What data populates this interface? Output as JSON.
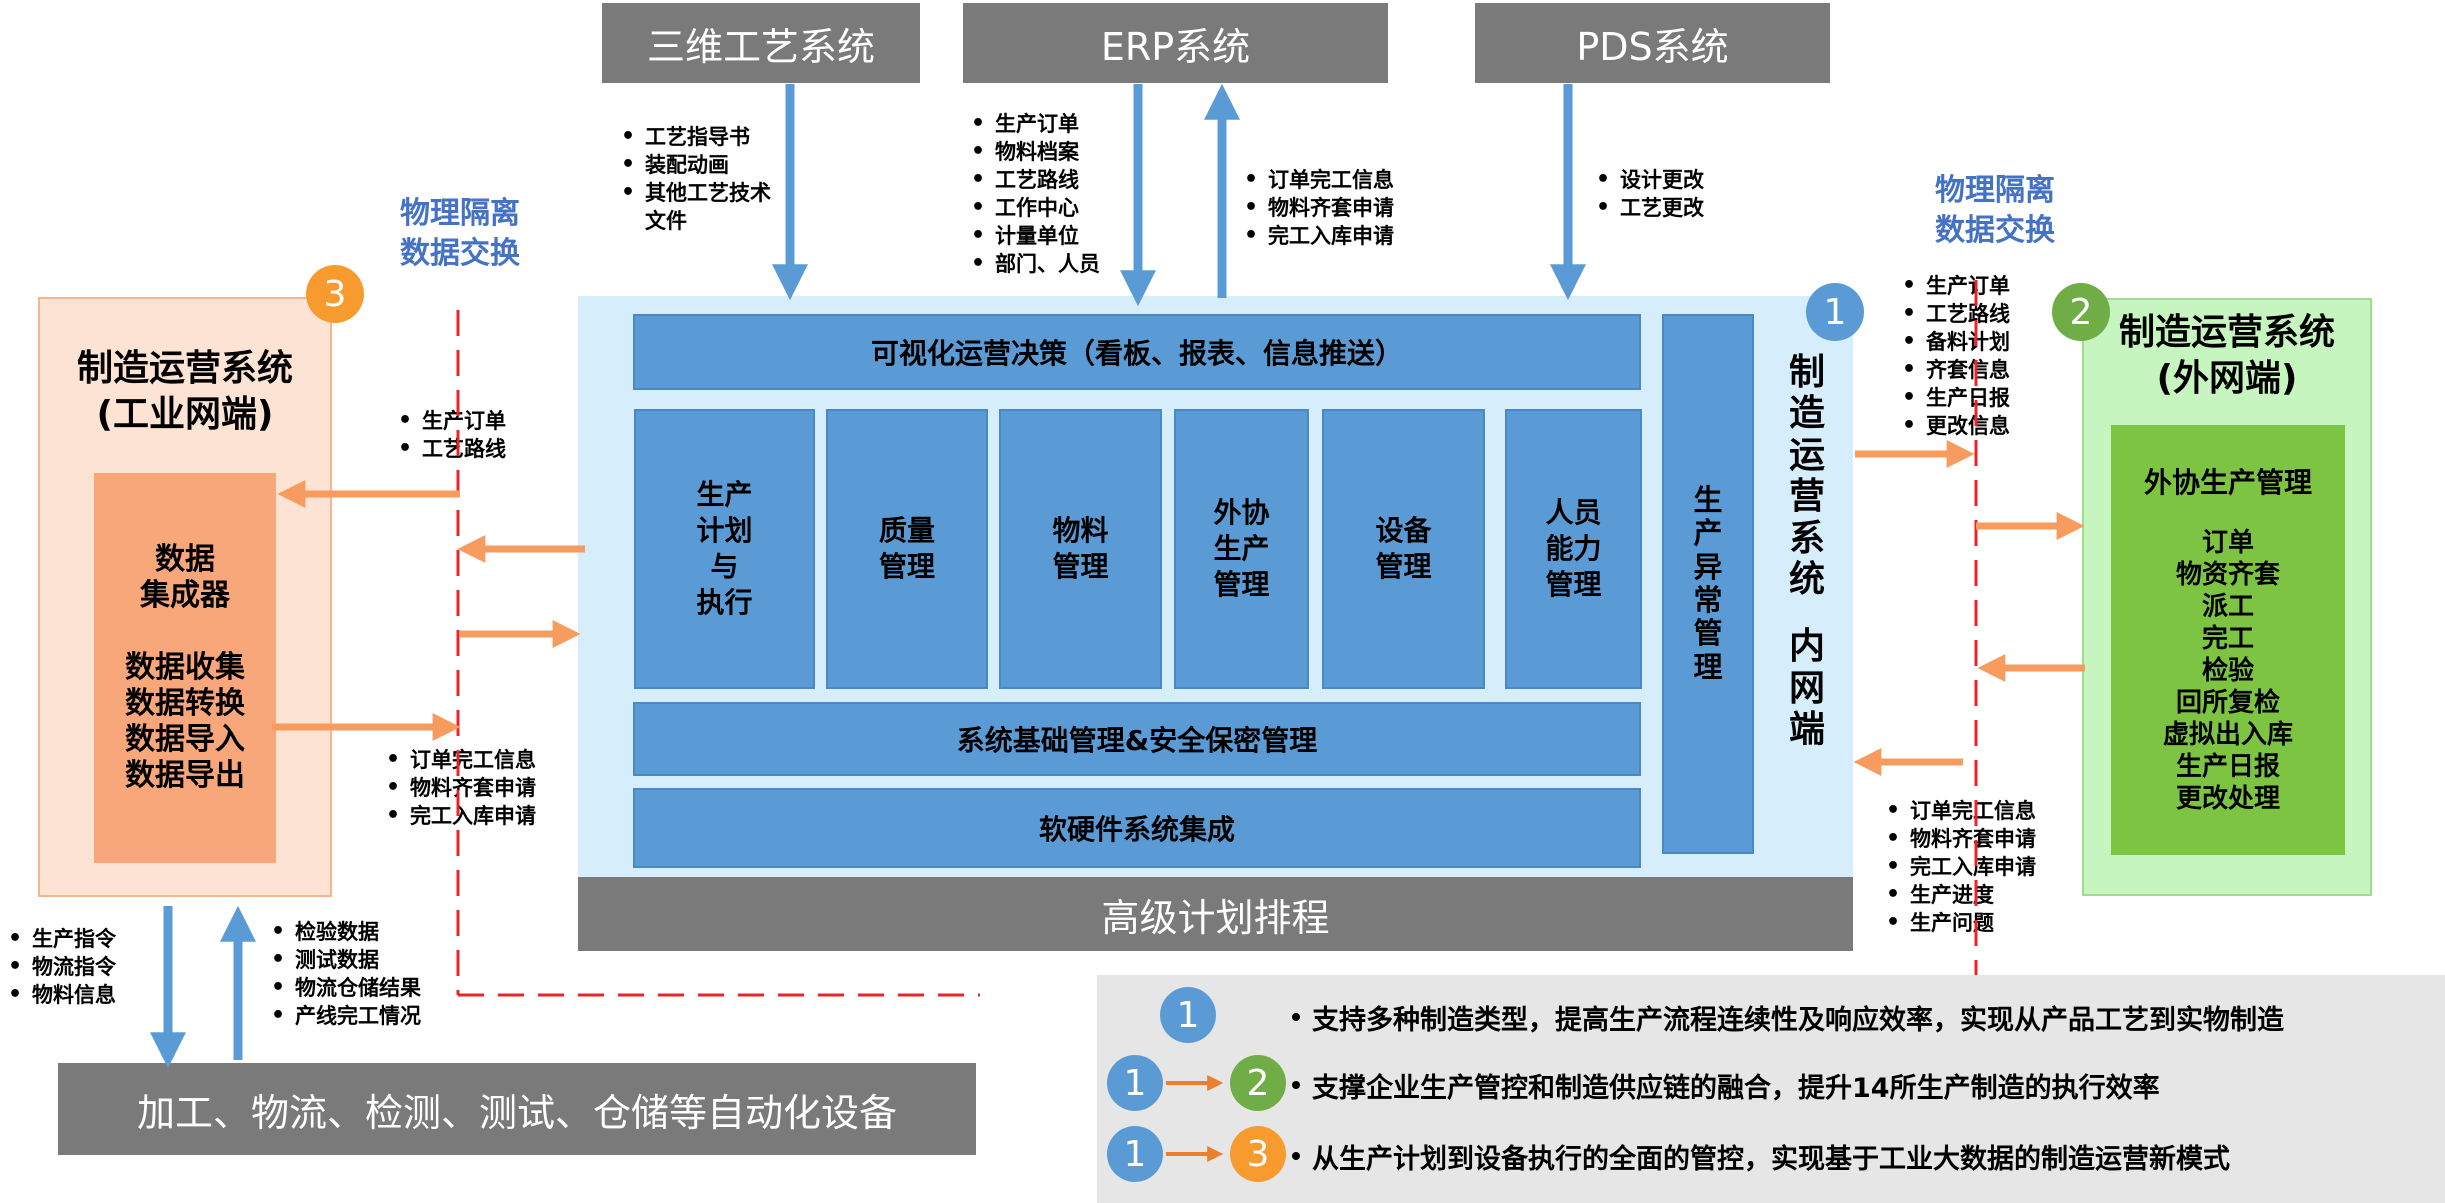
{
  "systems": {
    "sanwei": "三维工艺系统",
    "erp": "ERP系统",
    "pds": "PDS系统",
    "automation": "加工、物流、检测、测试、仓储等自动化设备",
    "scheduling": "高级计划排程"
  },
  "inputs": {
    "sanwei": [
      "工艺指导书",
      "装配动画",
      "其他工艺技术文件"
    ],
    "erp_down": [
      "生产订单",
      "物料档案",
      "工艺路线",
      "工作中心",
      "计量单位",
      "部门、人员"
    ],
    "erp_up": [
      "订单完工信息",
      "物料齐套申请",
      "完工入库申请"
    ],
    "pds": [
      "设计更改",
      "工艺更改"
    ]
  },
  "isolation_label": [
    "物理隔离",
    "数据交换"
  ],
  "core": {
    "badge": "1",
    "top_bar": "可视化运营决策（看板、报表、信息推送）",
    "modules": [
      [
        "生产",
        "计划",
        "与",
        "执行"
      ],
      [
        "质量",
        "管理"
      ],
      [
        "物料",
        "管理"
      ],
      [
        "外协",
        "生产",
        "管理"
      ],
      [
        "设备",
        "管理"
      ],
      [
        "人员",
        "能力",
        "管理"
      ]
    ],
    "exception": [
      "生",
      "产",
      "异",
      "常",
      "管",
      "理"
    ],
    "base_bar": "系统基础管理&安全保密管理",
    "integration_bar": "软硬件系统集成",
    "side_title_1": [
      "制",
      "造",
      "运",
      "营",
      "系",
      "统"
    ],
    "side_title_2": [
      "内",
      "网",
      "端"
    ]
  },
  "industrial": {
    "badge": "3",
    "title": [
      "制造运营系统",
      "(工业网端)"
    ],
    "inner": [
      "数据",
      "集成器",
      "",
      "数据收集",
      "数据转换",
      "数据导入",
      "数据导出"
    ],
    "to_core": [
      "生产订单",
      "工艺路线"
    ],
    "from_core": [
      "订单完工信息",
      "物料齐套申请",
      "完工入库申请"
    ],
    "down": [
      "生产指令",
      "物流指令",
      "物料信息"
    ],
    "up": [
      "检验数据",
      "测试数据",
      "物流仓储结果",
      "产线完工情况"
    ]
  },
  "external": {
    "badge": "2",
    "title": [
      "制造运营系统",
      "(外网端)"
    ],
    "inner_title": "外协生产管理",
    "inner_items": [
      "订单",
      "物资齐套",
      "派工",
      "完工",
      "检验",
      "回所复检",
      "虚拟出入库",
      "生产日报",
      "更改处理"
    ],
    "to_ext": [
      "生产订单",
      "工艺路线",
      "备料计划",
      "齐套信息",
      "生产日报",
      "更改信息"
    ],
    "from_ext": [
      "订单完工信息",
      "物料齐套申请",
      "完工入库申请",
      "生产进度",
      "生产问题"
    ]
  },
  "legend": {
    "rows": [
      {
        "from": "1",
        "to": "",
        "text": "支持多种制造类型，提高生产流程连续性及响应效率，实现从产品工艺到实物制造"
      },
      {
        "from": "1",
        "to": "2",
        "text": "支撑企业生产管控和制造供应链的融合，提升14所生产制造的执行效率"
      },
      {
        "from": "1",
        "to": "3",
        "text": "从生产计划到设备执行的全面的管控，实现基于工业大数据的制造运营新模式"
      }
    ]
  },
  "colors": {
    "arrow_blue": "#5b9bd5",
    "arrow_orange": "#f79b5f",
    "isolation_line": "#e8242b",
    "core_bg": "#d6eefb",
    "external_bg": "#c7f5bf",
    "external_inner": "#7dc443",
    "industrial_bg": "#fde3d3",
    "industrial_inner": "#f8a77b"
  }
}
